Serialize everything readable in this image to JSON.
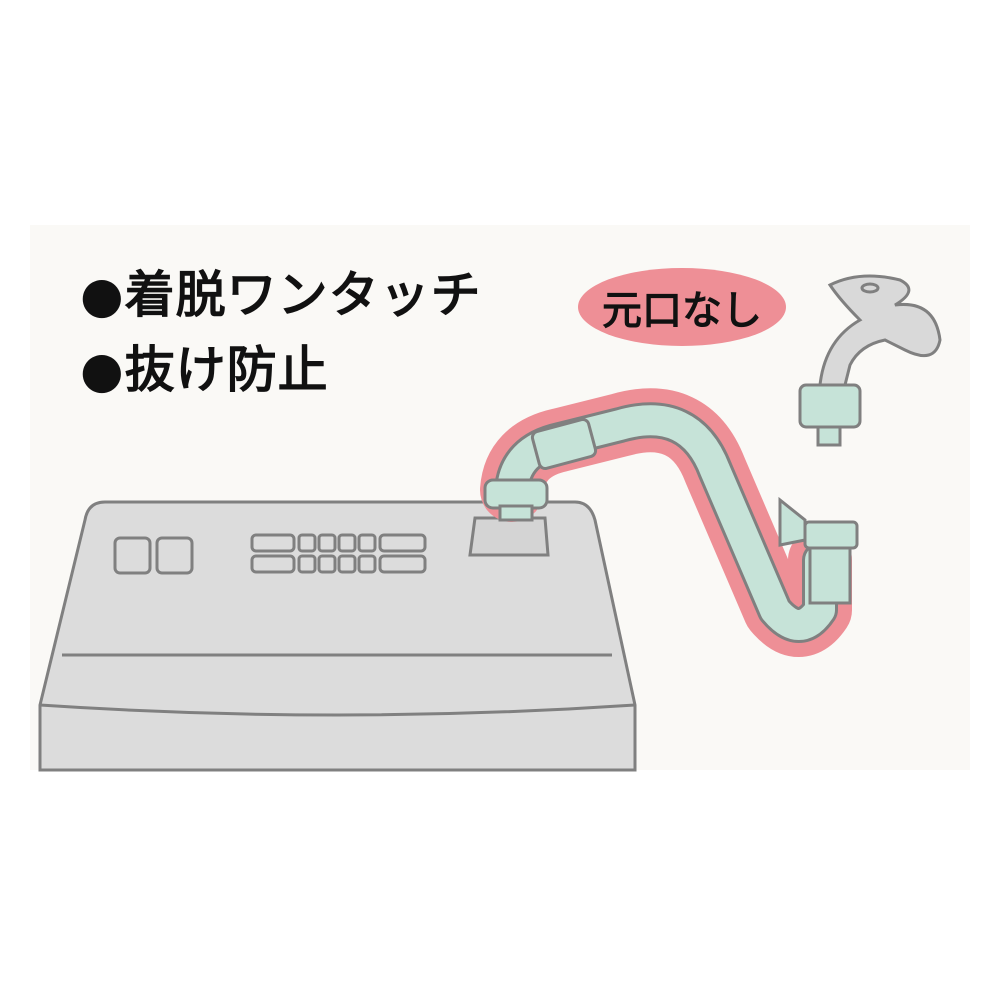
{
  "features": [
    "●着脱ワンタッチ",
    "●抜け防止"
  ],
  "badge": "元口なし",
  "colors": {
    "hose": "#c6e3d8",
    "highlight": "#ee8f96",
    "washer": "#dcdcdc",
    "outline": "#808080"
  }
}
